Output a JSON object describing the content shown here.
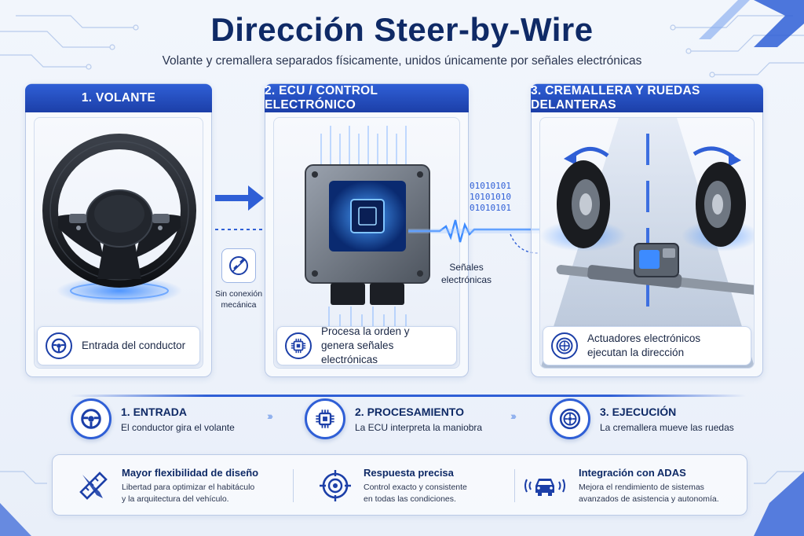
{
  "header": {
    "title": "Dirección Steer-by-Wire",
    "subtitle": "Volante y cremallera separados físicamente, unidos únicamente por señales electrónicas"
  },
  "panels": [
    {
      "header": "1.  VOLANTE",
      "caption": "Entrada del conductor",
      "icon": "steering-wheel-icon"
    },
    {
      "header": "2. ECU / CONTROL ELECTRÓNICO",
      "caption_line1": "Procesa la orden y",
      "caption_line2": "genera señales electrónicas",
      "icon": "chip-icon"
    },
    {
      "header": "3. CREMALLERA Y RUEDAS DELANTERAS",
      "caption_line1": "Actuadores electrónicos",
      "caption_line2": "ejecutan la dirección",
      "icon": "wheel-icon"
    }
  ],
  "connectors": {
    "no_link_line1": "Sin conexión",
    "no_link_line2": "mecánica",
    "signals_line1": "Señales",
    "signals_line2": "electrónicas",
    "binary": [
      "01010101",
      "10101010",
      "01010101"
    ]
  },
  "steps": [
    {
      "title": "1. ENTRADA",
      "desc": "El conductor gira el volante",
      "icon": "steering-wheel-icon"
    },
    {
      "title": "2. PROCESAMIENTO",
      "desc": "La ECU interpreta la maniobra",
      "icon": "chip-icon"
    },
    {
      "title": "3. EJECUCIÓN",
      "desc": "La cremallera mueve las ruedas",
      "icon": "wheel-icon"
    }
  ],
  "benefits": [
    {
      "title": "Mayor flexibilidad de diseño",
      "line1": "Libertad para optimizar el habitáculo",
      "line2": "y la arquitectura del vehículo.",
      "icon": "pencil-ruler-icon"
    },
    {
      "title": "Respuesta precisa",
      "line1": "Control exacto y consistente",
      "line2": "en todas las condiciones.",
      "icon": "target-icon"
    },
    {
      "title": "Integración con ADAS",
      "line1": "Mejora el rendimiento de sistemas",
      "line2": "avanzados de asistencia y autonomía.",
      "icon": "car-radar-icon"
    }
  ],
  "colors": {
    "brand": "#1c3fa8",
    "accent": "#2f5fd6",
    "glow": "#3d8bff"
  }
}
